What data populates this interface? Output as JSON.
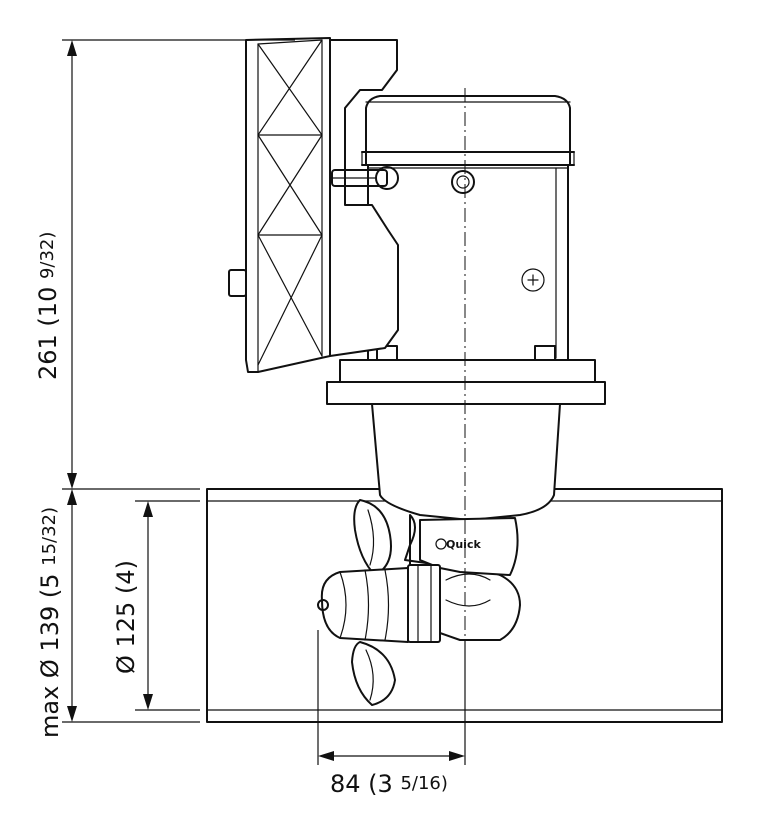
{
  "dimensions": {
    "height": {
      "main": "261 (10 ",
      "frac": "9/32)"
    },
    "max_diameter": {
      "main": "max Ø 139 (5 ",
      "frac": "15/32)"
    },
    "inner_diameter": {
      "main": "Ø 125 (4)"
    },
    "offset": {
      "main": "84 (3 ",
      "frac": "5/16)"
    }
  },
  "logo": {
    "text": "Quick"
  },
  "icons": {
    "height_dimension": "dimension-arrow-vertical",
    "offset_dimension": "dimension-arrow-horizontal"
  }
}
